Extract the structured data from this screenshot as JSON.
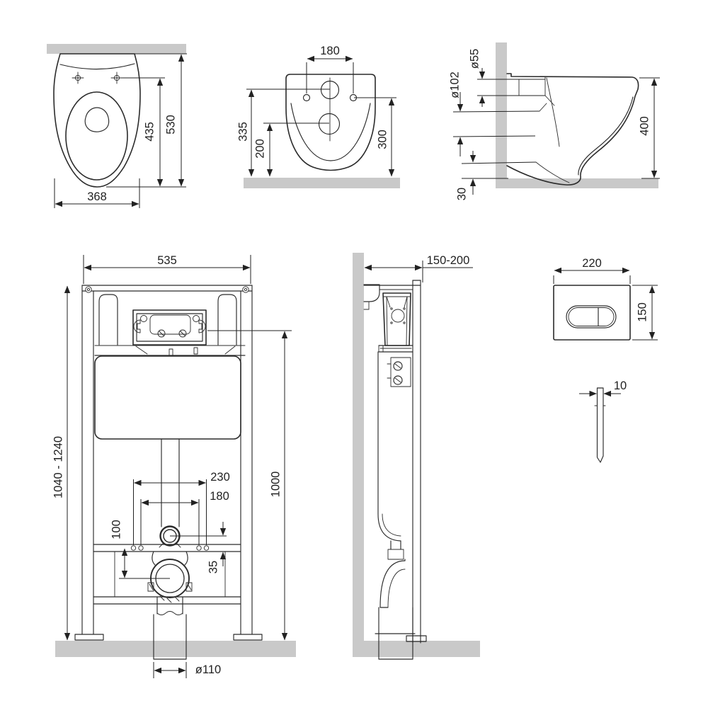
{
  "drawing": {
    "type": "installation-dimension-diagram",
    "subject": "wall-hung toilet with concealed cistern frame and flush plate",
    "colors": {
      "line": "#2b2b2b",
      "dimension": "#222222",
      "wall_floor_surface": "#c9c9c9"
    },
    "dims": {
      "toilet_top": {
        "inner_depth": "435",
        "total_depth": "530",
        "width": "368"
      },
      "toilet_front": {
        "hole_spacing": "180",
        "flush_height": "335",
        "drain_height": "200",
        "hole_height": "300"
      },
      "toilet_side": {
        "flush_dia": "ø55",
        "drain_dia": "ø102",
        "rim_height": "400",
        "bottom_gap": "30"
      },
      "frame_front": {
        "width": "535",
        "height_range": "1040 - 1240",
        "flush_axis_height": "1000",
        "bolt_outer": "230",
        "bolt_inner": "180",
        "drain_drop": "100",
        "supply_drop": "35",
        "drain_dia": "ø110"
      },
      "frame_side": {
        "depth_range": "150-200"
      },
      "flush_plate": {
        "width": "220",
        "height": "150",
        "thickness": "10"
      }
    }
  }
}
